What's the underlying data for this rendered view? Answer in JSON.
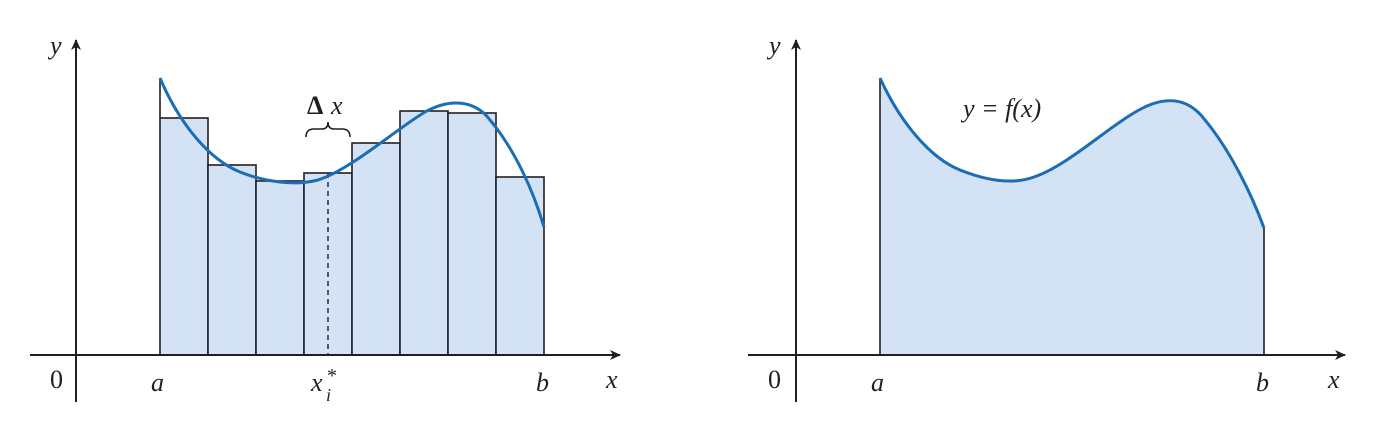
{
  "left": {
    "y_axis_label": "y",
    "x_axis_label": "x",
    "origin_label": "0",
    "a_label": "a",
    "b_label": "b",
    "sample_label": "x",
    "sample_subscript": "i",
    "sample_superscript": "*",
    "delta_symbol": "Δ",
    "delta_var": "x"
  },
  "right": {
    "y_axis_label": "y",
    "x_axis_label": "x",
    "origin_label": "0",
    "a_label": "a",
    "b_label": "b",
    "curve_label": "y = f(x)"
  },
  "colors": {
    "curve": "#1b6db5",
    "fill": "#d3e3f5",
    "ink": "#231f20"
  }
}
